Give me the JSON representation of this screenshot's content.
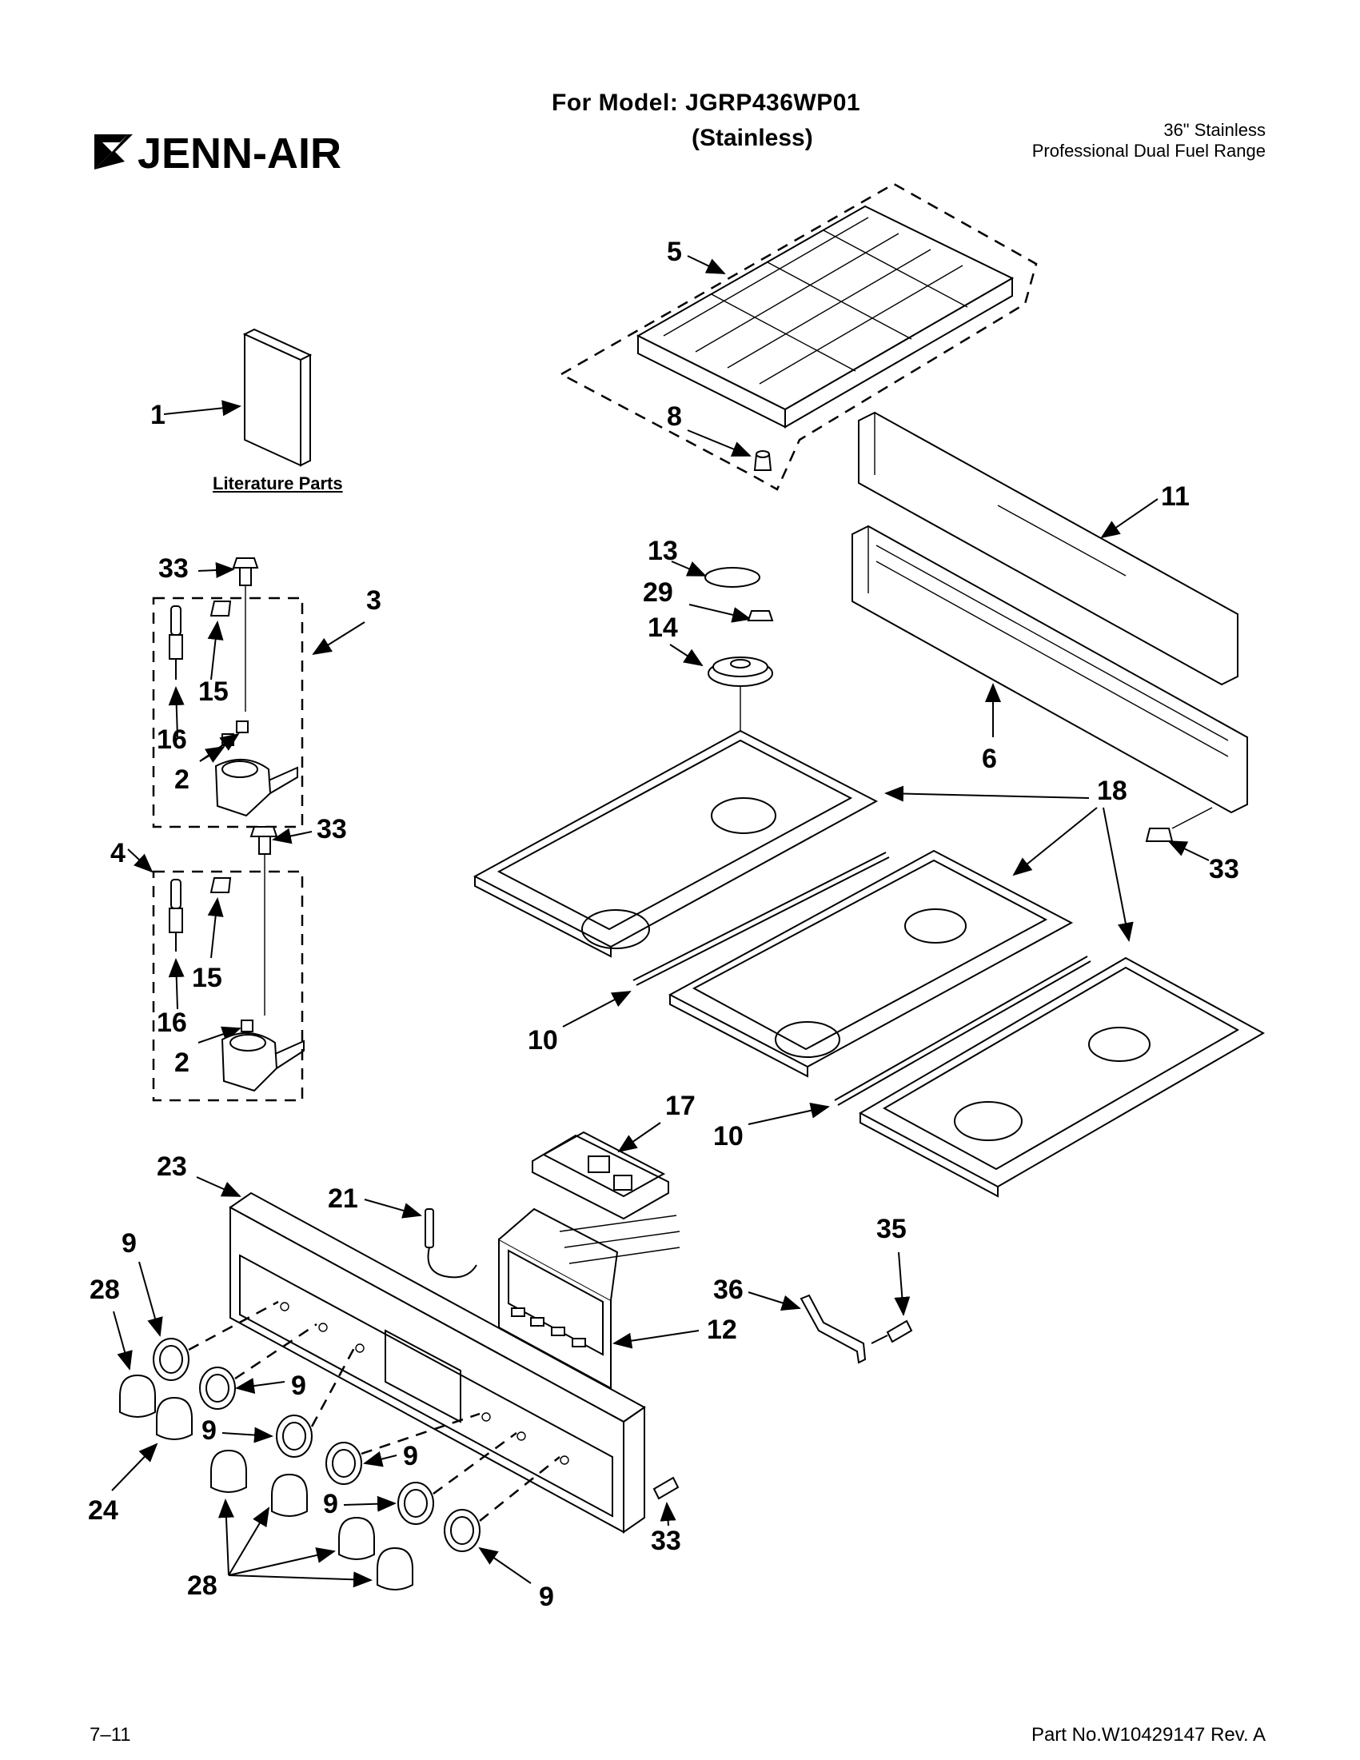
{
  "header": {
    "brand": "JENN-AIR",
    "model_line": "For Model: JGRP436WP01",
    "finish": "(Stainless)",
    "description_line1": "36\" Stainless",
    "description_line2": "Professional Dual Fuel Range"
  },
  "literature_label": "Literature Parts",
  "callouts": [
    "1",
    "2",
    "3",
    "4",
    "5",
    "6",
    "8",
    "9",
    "10",
    "11",
    "12",
    "13",
    "14",
    "15",
    "16",
    "17",
    "18",
    "21",
    "23",
    "24",
    "28",
    "29",
    "33",
    "35",
    "36"
  ],
  "footer": {
    "page_number": "7–11",
    "part_number": "Part No.W10429147 Rev. A"
  }
}
